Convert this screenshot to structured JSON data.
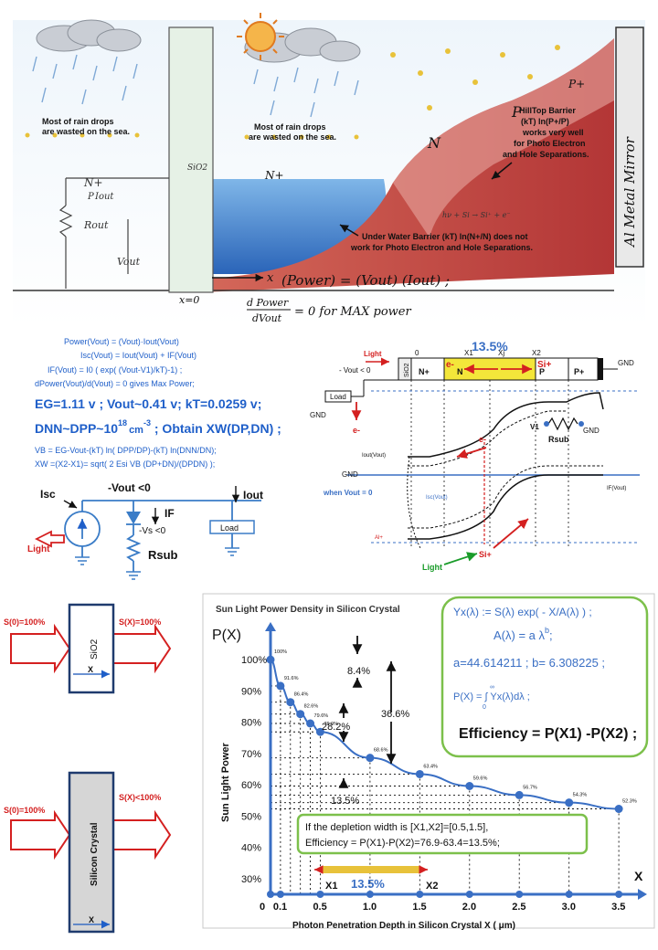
{
  "landscape": {
    "sio2": "SiO2",
    "n_plus_water": "N+",
    "n_plus_left": "N+",
    "p_left": "P",
    "iout": "Iout",
    "rout": "Rout",
    "vout": "Vout",
    "n_region": "N",
    "p_region": "P",
    "p_plus": "P+",
    "rain_left": [
      "Most of rain drops",
      "are wasted on the sea."
    ],
    "rain_mid": [
      "Most of rain drops",
      "are wasted on the sea."
    ],
    "hilltop": [
      "HillTop Barrier",
      "(kT) ln(P+/P)",
      "works very well",
      "for Photo Electron",
      "and Hole Separations."
    ],
    "underwater": [
      "Under Water Barrier (kT) ln(N+/N) does not",
      "work for Photo Electron and Hole Separations."
    ],
    "reaction": "hν + Si → Si⁺ + e⁻",
    "mirror": "Al Metal Mirror",
    "x_axis": "x",
    "x0": "x=0",
    "power_eq": "(Power) = (Vout) (Iout) ;",
    "dpower_num": "d Power",
    "dpower_den": "dVout",
    "dpower_rhs": "= 0  for MAX power"
  },
  "equations": {
    "line1": "Power(Vout)  =  (Vout)·Iout(Vout)",
    "line2": "Isc(Vout) =  Iout(Vout)  +  IF(Vout)",
    "line3": "IF(Vout) = I0 ( exp( (Vout-V1)/kT)-1) ;",
    "line4": "dPower(Vout)/d(Vout) = 0 gives Max Power;",
    "line5": "EG=1.11 v ; Vout~0.41 v; kT=0.0259 v;",
    "line6a": "DNN~DPP~10",
    "line6sup": "18",
    "line6unit": "cm",
    "line6sup2": "-3",
    "line6b": " ;  Obtain XW(DP,DN) ;",
    "line7": "VB = EG-Vout-(kT) ln( DPP/DP)-(kT) ln(DNN/DN);",
    "line8": "XW =(X2-X1)= sqrt( 2 Esi VB (DP+DN)/(DPDN) );"
  },
  "circuit": {
    "isc": "Isc",
    "vout": "-Vout <0",
    "if": "IF",
    "iout": "Iout",
    "vs": "-Vs <0",
    "rsub": "Rsub",
    "load": "Load",
    "light": "Light"
  },
  "band": {
    "pct": "13.5%",
    "light": "Light",
    "x0": "0",
    "x1": "X1",
    "x2": "X2",
    "xj": "Xj",
    "vout": "- Vout < 0",
    "sio2": "SiO2",
    "nplus": "N+",
    "n": "N",
    "p": "P",
    "pplus": "P+",
    "eminus": "e-",
    "siplus": "Si+",
    "gnd": "GND",
    "load": "Load",
    "v1": "V1",
    "rsub": "Rsub",
    "iout": "Iout(Vout)",
    "isc": "Isc(Vout)",
    "if": "IF(Vout)",
    "when": "when Vout = 0",
    "alplus": "Al+",
    "light2": "Light"
  },
  "slabs": {
    "s0_top": "S(0)=100%",
    "sx_top": "S(X)=100%",
    "sio2": "SiO2",
    "x": "X",
    "s0_bot": "S(0)=100%",
    "sx_bot": "S(X)<100%",
    "silicon": "Silicon Crystal"
  },
  "chart_data": {
    "type": "line",
    "title": "Sun Light Power Density in Silicon Crystal",
    "ylabel": "Sun Light Power",
    "y_axis_symbol": "P(X)",
    "xlabel": "Photon Penetration Depth in Silicon Crystal  X ( μm)",
    "x_axis_symbol": "X",
    "x_ticks": [
      "0",
      "0.1",
      "0.5",
      "1.0",
      "1.5",
      "2.0",
      "2.5",
      "3.0",
      "3.5"
    ],
    "y_ticks": [
      "30%",
      "40%",
      "50%",
      "60%",
      "70%",
      "80%",
      "90%",
      "100%"
    ],
    "xlim": [
      0,
      3.6
    ],
    "ylim": [
      25,
      105
    ],
    "x": [
      0,
      0.1,
      0.2,
      0.3,
      0.4,
      0.5,
      1.0,
      1.5,
      2.0,
      2.5,
      3.0,
      3.5
    ],
    "values": [
      100,
      91.6,
      86.4,
      82.6,
      79.6,
      76.9,
      68.6,
      63.4,
      59.6,
      56.7,
      54.3,
      52.3
    ],
    "point_labels": [
      "100%",
      "91.6%",
      "86.4%",
      "82.6%",
      "79.6%",
      "76.9%",
      "68.6%",
      "63.4%",
      "59.6%",
      "56.7%",
      "54.3%",
      "52.3%"
    ],
    "annotations": {
      "a84": "8.4%",
      "a366": "36.6%",
      "a282": "28.2%",
      "a135": "13.5%",
      "x1": "X1",
      "x2": "X2",
      "xw_pct": "13.5%"
    },
    "note": [
      "If the depletion width is [X1,X2]=[0.5,1.5],",
      "Efficiency = P(X1)-P(X2)=76.9-63.4=13.5%;"
    ],
    "formula": {
      "f1": "Yx(λ) := S(λ) exp( - X/A(λ) ) ;",
      "f2": "A(λ)  = a λ",
      "f2sup": "b",
      "f2end": ";",
      "f3": "a=44.614211   ; b= 6.308225 ;",
      "f4": "P(X) = ∫ Yx(λ)dλ ;",
      "f4low": "0",
      "f4high": "∞",
      "f5": "Efficiency = P(X1) -P(X2) ;"
    }
  }
}
